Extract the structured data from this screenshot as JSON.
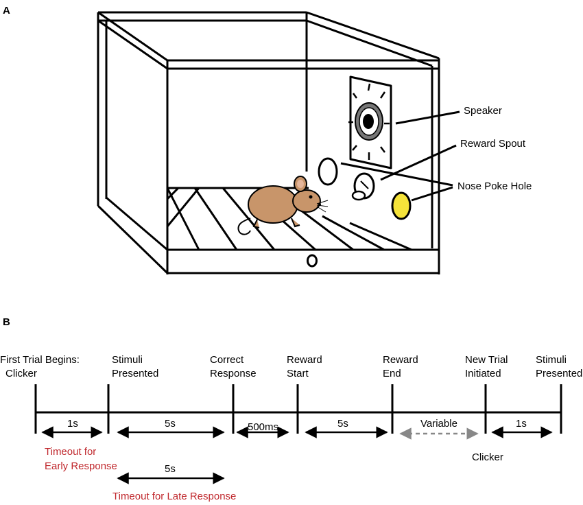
{
  "panel_a": {
    "letter": "A",
    "labels": {
      "speaker": "Speaker",
      "reward_spout": "Reward Spout",
      "nose_poke_hole": "Nose Poke Hole"
    },
    "colors": {
      "mouse": "#c8956a",
      "lit_hole": "#f5e33a",
      "line": "#000000"
    }
  },
  "panel_b": {
    "letter": "B",
    "events": [
      {
        "line1": "First Trial Begins:",
        "line2": "Clicker"
      },
      {
        "line1": "Stimuli",
        "line2": "Presented"
      },
      {
        "line1": "Correct",
        "line2": "Response"
      },
      {
        "line1": "Reward",
        "line2": "Start"
      },
      {
        "line1": "Reward",
        "line2": "End"
      },
      {
        "line1": "New Trial",
        "line2": "Initiated"
      },
      {
        "line1": "Stimuli",
        "line2": "Presented"
      }
    ],
    "intervals": [
      "1s",
      "5s",
      "500ms",
      "5s",
      "Variable",
      "1s"
    ],
    "timeout_early": {
      "line1": "Timeout for",
      "line2": "Early Response"
    },
    "timeout_late": {
      "duration": "5s",
      "label": "Timeout for Late Response"
    },
    "clicker_label": "Clicker",
    "colors": {
      "timeout_text": "#c0282d",
      "variable_arrow": "#888888"
    }
  }
}
